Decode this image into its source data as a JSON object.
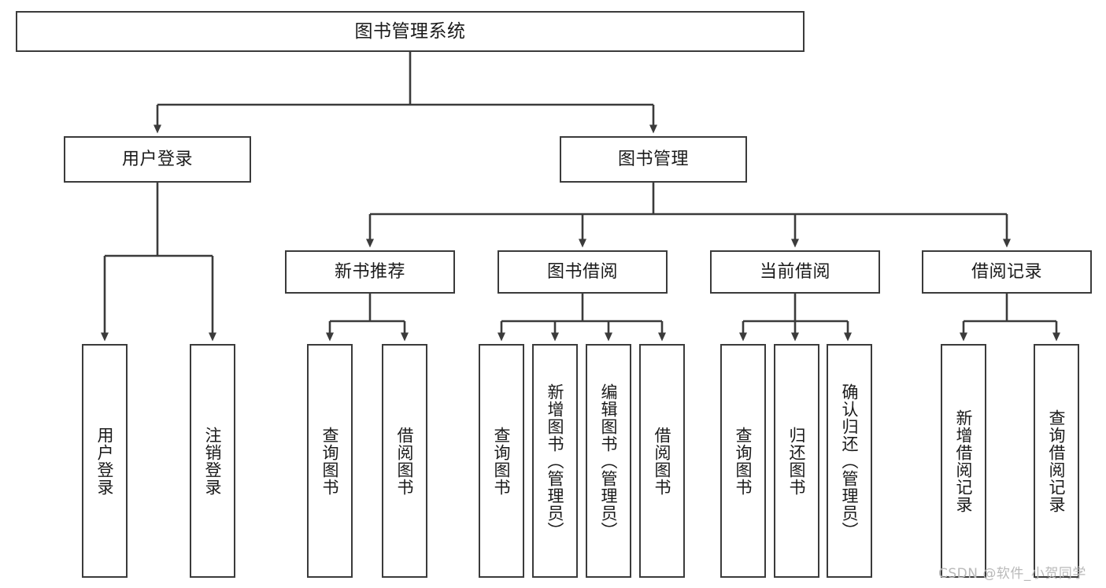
{
  "diagram": {
    "type": "tree-hierarchy",
    "title_node": {
      "label": "图书管理系统"
    },
    "level1": [
      {
        "id": "user-login",
        "label": "用户登录"
      },
      {
        "id": "book-management",
        "label": "图书管理"
      }
    ],
    "level2": [
      {
        "id": "new-book-recommendation",
        "label": "新书推荐",
        "parent": "book-management"
      },
      {
        "id": "book-borrow",
        "label": "图书借阅",
        "parent": "book-management"
      },
      {
        "id": "current-borrow",
        "label": "当前借阅",
        "parent": "book-management"
      },
      {
        "id": "borrow-record",
        "label": "借阅记录",
        "parent": "book-management"
      }
    ],
    "leaves": {
      "user-login": [
        {
          "id": "leaf-user-login",
          "label": "用户登录"
        },
        {
          "id": "leaf-logout-login",
          "label": "注销登录"
        }
      ],
      "new-book-recommendation": [
        {
          "id": "leaf-query-books-1",
          "label": "查询图书"
        },
        {
          "id": "leaf-borrow-books-1",
          "label": "借阅图书"
        }
      ],
      "book-borrow": [
        {
          "id": "leaf-query-books-2",
          "label": "查询图书"
        },
        {
          "id": "leaf-add-book",
          "label": "新增图书（管理员）"
        },
        {
          "id": "leaf-edit-book",
          "label": "编辑图书（管理员）"
        },
        {
          "id": "leaf-borrow-books-2",
          "label": "借阅图书"
        }
      ],
      "current-borrow": [
        {
          "id": "leaf-query-books-3",
          "label": "查询图书"
        },
        {
          "id": "leaf-return-book",
          "label": "归还图书"
        },
        {
          "id": "leaf-confirm-return",
          "label": "确认归还（管理员）"
        }
      ],
      "borrow-record": [
        {
          "id": "leaf-add-borrow-record",
          "label": "新增借阅记录"
        },
        {
          "id": "leaf-query-borrow-record",
          "label": "查询借阅记录"
        }
      ]
    },
    "colors": {
      "stroke": "#3b3b3b",
      "background": "#ffffff",
      "text": "#1a1a1a",
      "watermark": "#b9b9b9"
    }
  },
  "watermark": {
    "text": "CSDN @软件_小贺同学"
  }
}
